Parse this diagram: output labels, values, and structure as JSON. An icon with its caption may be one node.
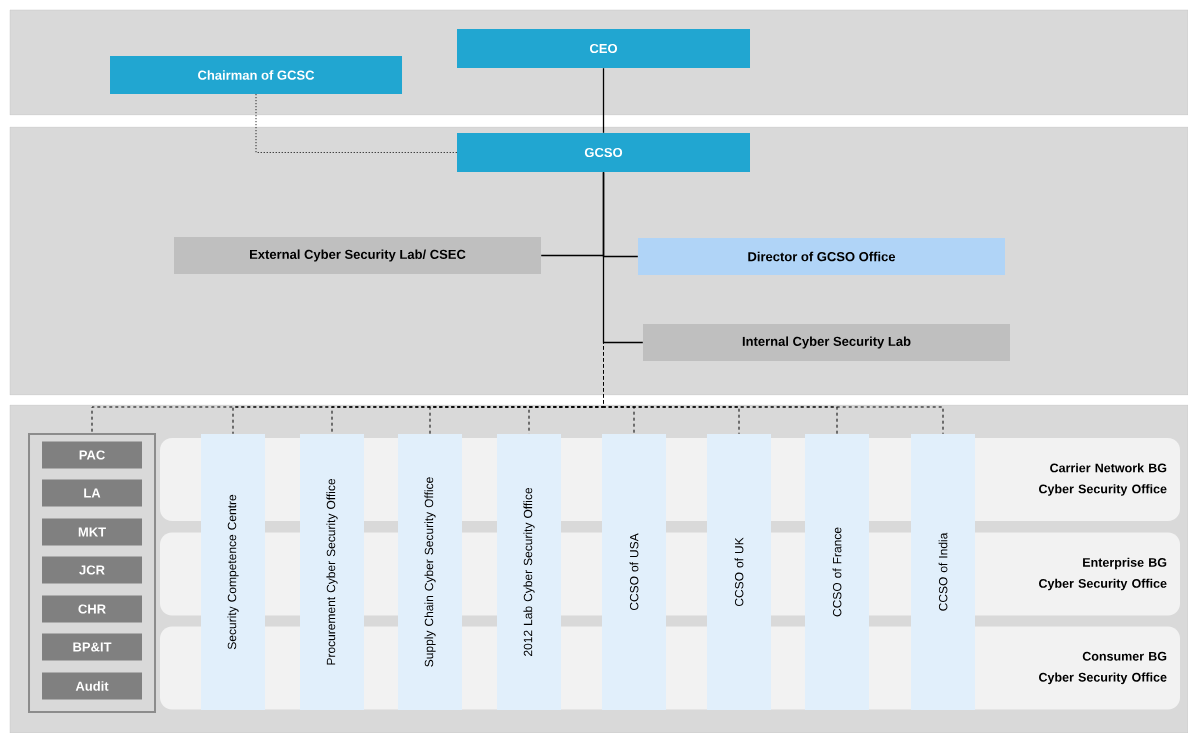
{
  "diagram": {
    "nodes": [
      {
        "text": [
          "CEO"
        ]
      },
      {
        "text": [
          "Chairman of GCSC"
        ]
      },
      {
        "text": [
          "GCSO"
        ]
      },
      {
        "text": [
          "External Cyber Security Lab/ CSEC"
        ]
      },
      {
        "text": [
          "Director of GCSO Office"
        ]
      },
      {
        "text": [
          "Internal Cyber Security Lab"
        ]
      },
      {
        "text": [],
        "shape": "box"
      },
      {
        "text": [
          "PAC"
        ],
        "in": 6
      },
      {
        "text": [
          "LA"
        ],
        "in": 6
      },
      {
        "text": [
          "MKT"
        ],
        "in": 6
      },
      {
        "text": [
          "JCR"
        ],
        "in": 6
      },
      {
        "text": [
          "CHR"
        ],
        "in": 6
      },
      {
        "text": [
          "BP&IT"
        ],
        "in": 6
      },
      {
        "text": [
          "Audit"
        ],
        "in": 6
      },
      {
        "text": [
          "Security Competence Centre"
        ]
      },
      {
        "text": [
          "Procurement Cyber Security Office"
        ]
      },
      {
        "text": [
          "Supply Chain Cyber Security Office"
        ]
      },
      {
        "text": [
          "2012 Lab Cyber Security Office"
        ]
      },
      {
        "text": [
          "CCSO of USA"
        ]
      },
      {
        "text": [
          "CCSO of UK"
        ]
      },
      {
        "text": [
          "CCSO of France"
        ]
      },
      {
        "text": [
          "CCSO of India"
        ]
      },
      {
        "text": [
          "Carrier Network BG",
          "Cyber Security Office"
        ]
      },
      {
        "text": [
          "Enterprise BG",
          "Cyber Security Office"
        ]
      },
      {
        "text": [
          "Consumer BG",
          "Cyber Security Office"
        ]
      }
    ],
    "edges": [
      {
        "from": 0,
        "to": 2,
        "arrow": "none"
      },
      {
        "from": 1,
        "to": 2,
        "arrow": "none",
        "style": "dashed"
      },
      {
        "from": 2,
        "to": 3,
        "arrow": "none"
      },
      {
        "from": 2,
        "to": 4,
        "arrow": "none"
      },
      {
        "from": 2,
        "to": 5,
        "arrow": "none"
      },
      {
        "from": 2,
        "to": 6,
        "arrow": "none",
        "style": "dashed"
      },
      {
        "from": 2,
        "to": 14,
        "arrow": "none",
        "style": "dashed"
      },
      {
        "from": 2,
        "to": 15,
        "arrow": "none",
        "style": "dashed"
      },
      {
        "from": 2,
        "to": 16,
        "arrow": "none",
        "style": "dashed"
      },
      {
        "from": 2,
        "to": 17,
        "arrow": "none",
        "style": "dashed"
      },
      {
        "from": 2,
        "to": 18,
        "arrow": "none",
        "style": "dashed"
      },
      {
        "from": 2,
        "to": 19,
        "arrow": "none",
        "style": "dashed"
      },
      {
        "from": 2,
        "to": 20,
        "arrow": "none",
        "style": "dashed"
      },
      {
        "from": 2,
        "to": 21,
        "arrow": "none",
        "style": "dashed"
      }
    ]
  }
}
